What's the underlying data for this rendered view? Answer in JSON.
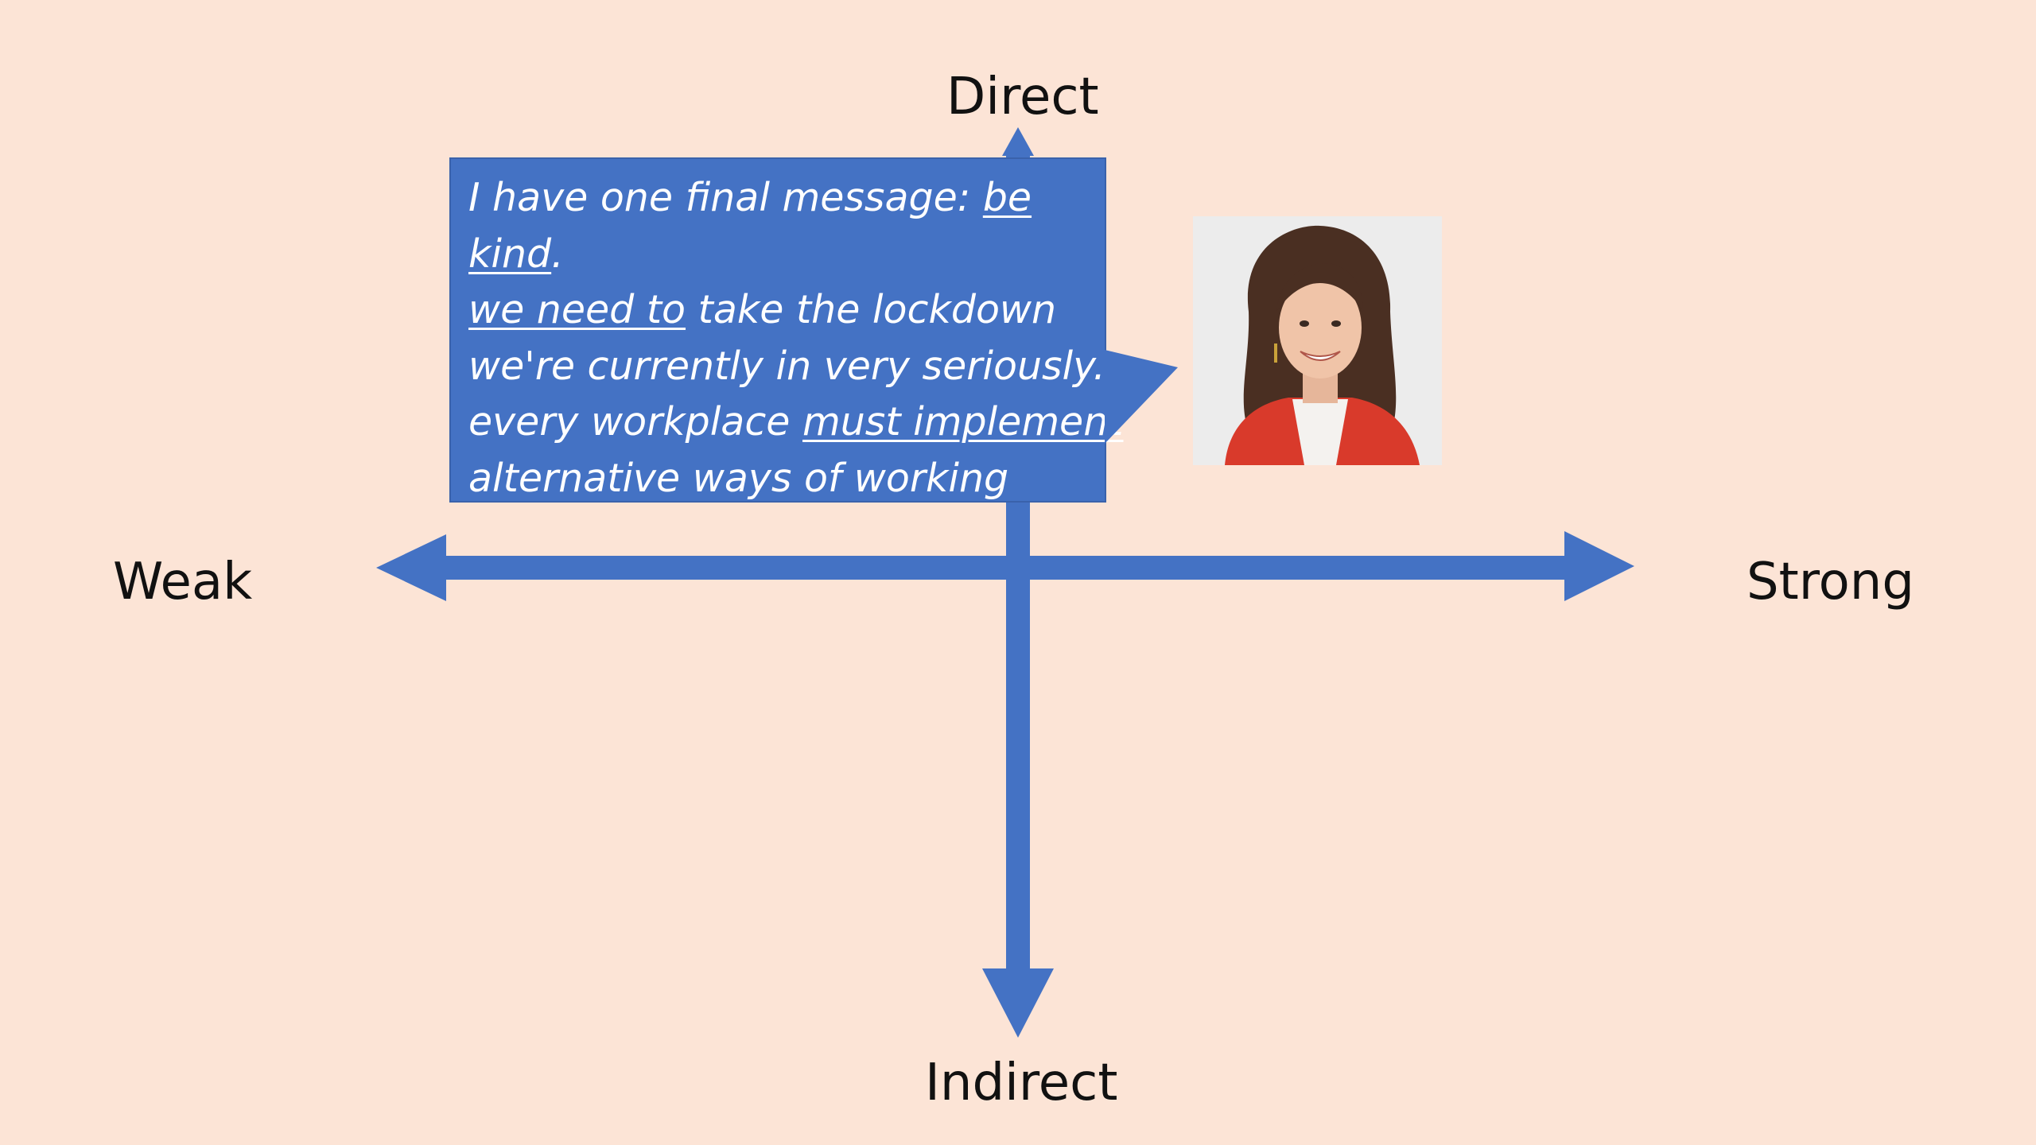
{
  "axes": {
    "top": "Direct",
    "bottom": "Indirect",
    "left": "Weak",
    "right": "Strong"
  },
  "quote": {
    "lines": [
      [
        {
          "text": "I have one final message: ",
          "underline": false
        },
        {
          "text": "be",
          "underline": true
        }
      ],
      [
        {
          "text": "kind",
          "underline": true
        },
        {
          "text": ".",
          "underline": false
        }
      ],
      [
        {
          "text": "we need to",
          "underline": true
        },
        {
          "text": " take the lockdown",
          "underline": false
        }
      ],
      [
        {
          "text": "we're currently in very seriously.",
          "underline": false
        }
      ],
      [
        {
          "text": "every workplace ",
          "underline": false
        },
        {
          "text": "must implement",
          "underline": true
        }
      ],
      [
        {
          "text": "alternative ways of working",
          "underline": false
        }
      ]
    ]
  },
  "colors": {
    "background": "#fce4d6",
    "accent": "#4472c4"
  },
  "icons": {
    "portrait": "speaker-portrait"
  }
}
